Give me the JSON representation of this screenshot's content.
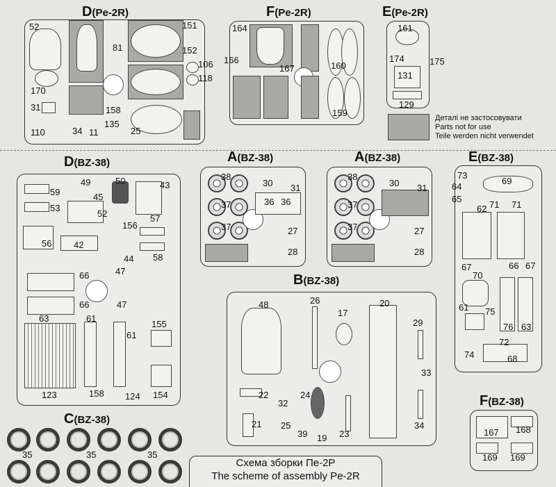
{
  "sections": {
    "d_pe2r": {
      "letter": "D",
      "sub": "(Pe-2R)"
    },
    "f_pe2r": {
      "letter": "F",
      "sub": "(Pe-2R)"
    },
    "e_pe2r": {
      "letter": "E",
      "sub": "(Pe-2R)"
    },
    "d_bz38": {
      "letter": "D",
      "sub": "(BZ-38)"
    },
    "a1_bz38": {
      "letter": "A",
      "sub": "(BZ-38)"
    },
    "a2_bz38": {
      "letter": "A",
      "sub": "(BZ-38)"
    },
    "e_bz38": {
      "letter": "E",
      "sub": "(BZ-38)"
    },
    "b_bz38": {
      "letter": "B",
      "sub": "(BZ-38)"
    },
    "c_bz38": {
      "letter": "C",
      "sub": "(BZ-38)"
    },
    "f_bz38": {
      "letter": "F",
      "sub": "(BZ-38)"
    }
  },
  "legend": {
    "line1": "Деталі не застосовувати",
    "line2": "Parts not for use",
    "line3": "Teile werden nicht verwendet"
  },
  "scheme": {
    "line1": "Схема зборки Пе-2Р",
    "line2": "The scheme of assembly Pe-2R"
  },
  "part_numbers": {
    "d_pe2r": [
      "52",
      "170",
      "31",
      "110",
      "34",
      "11",
      "81",
      "158",
      "135",
      "25",
      "151",
      "152",
      "106",
      "118"
    ],
    "f_pe2r": [
      "164",
      "166",
      "167",
      "160",
      "159"
    ],
    "e_pe2r": [
      "161",
      "174",
      "175",
      "131",
      "129"
    ],
    "d_bz38": [
      "59",
      "53",
      "49",
      "45",
      "52",
      "50",
      "43",
      "156",
      "57",
      "56",
      "42",
      "44",
      "58",
      "66",
      "47",
      "66",
      "47",
      "63",
      "61",
      "61",
      "155",
      "123",
      "158",
      "124",
      "154"
    ],
    "a1_bz38": [
      "38",
      "30",
      "31",
      "37",
      "36",
      "36",
      "37",
      "27",
      "28"
    ],
    "a2_bz38": [
      "38",
      "30",
      "31",
      "37",
      "37",
      "27",
      "28"
    ],
    "e_bz38": [
      "73",
      "64",
      "65",
      "69",
      "62",
      "71",
      "71",
      "67",
      "66",
      "67",
      "70",
      "61",
      "75",
      "76",
      "63",
      "72",
      "74",
      "68"
    ],
    "b_bz38": [
      "48",
      "26",
      "17",
      "20",
      "29",
      "33",
      "22",
      "32",
      "24",
      "21",
      "25",
      "39",
      "19",
      "23",
      "34"
    ],
    "c_bz38": [
      "35",
      "35",
      "35"
    ],
    "f_bz38": [
      "167",
      "168",
      "169",
      "169"
    ]
  },
  "colors": {
    "not_for_use": "#a9a9a6",
    "line": "#333333"
  }
}
